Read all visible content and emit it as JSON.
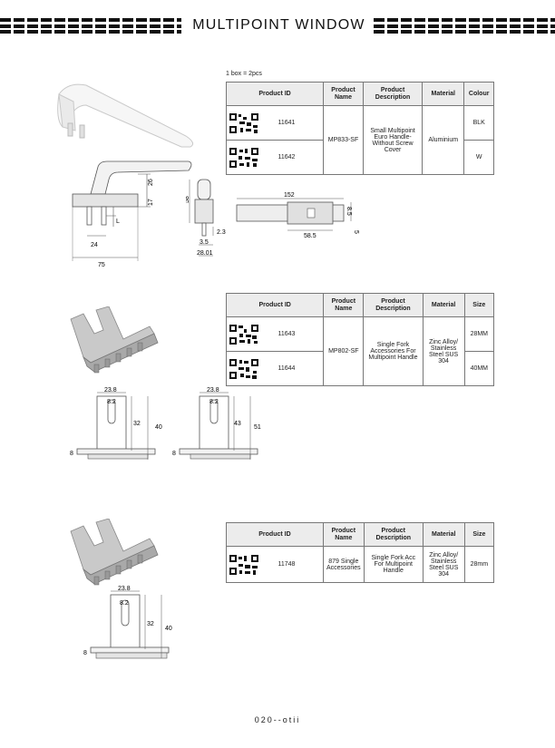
{
  "header": {
    "title": "MULTIPOINT WINDOW"
  },
  "box_note": "1 box = 2pcs",
  "columns": {
    "product_id": "Product ID",
    "product_name": "Product Name",
    "product_description": "Product Description",
    "material": "Material",
    "colour": "Colour",
    "size": "Size"
  },
  "table1": {
    "rows": [
      {
        "id": "11641",
        "variant": "BLK"
      },
      {
        "id": "11642",
        "variant": "W"
      }
    ],
    "name": "MP833-SF",
    "description": "Small Multipoint Euro Handle- Without Screw Cover",
    "material": "Aluminium"
  },
  "table2": {
    "rows": [
      {
        "id": "11643",
        "variant": "28MM"
      },
      {
        "id": "11644",
        "variant": "40MM"
      }
    ],
    "name": "MP802-SF",
    "description": "Single Fork Accessories For Multipoint Handle",
    "material": "Zinc Alloy/ Stainless Steel SUS 304"
  },
  "table3": {
    "rows": [
      {
        "id": "11748",
        "variant": "28mm"
      }
    ],
    "name": "879 Single Accessories",
    "description": "Single Fork Acc For Multipoint Handle",
    "material": "Zinc Alloy/ Stainless Steel SUS 304"
  },
  "dims1": {
    "d26": "26",
    "d17": "17",
    "dL": "L",
    "d24": "24",
    "d75": "75",
    "d58": "58",
    "d2_3": "2.3",
    "d3_5": "3.5",
    "d28_01": "28.01",
    "d152": "152",
    "d8_5": "8.5",
    "d58_5": "58.5",
    "d5": "5"
  },
  "dims2": {
    "a23_8": "23.8",
    "a8_2": "8.2",
    "a32": "32",
    "a40": "40",
    "a8": "8",
    "b23_8": "23.8",
    "b8_2": "8.2",
    "b43": "43",
    "b51": "51",
    "b8": "8"
  },
  "dims3": {
    "c23_8": "23.8",
    "c8_2": "8.2",
    "c32": "32",
    "c40": "40",
    "c8": "8"
  },
  "page_number": "020--otii"
}
